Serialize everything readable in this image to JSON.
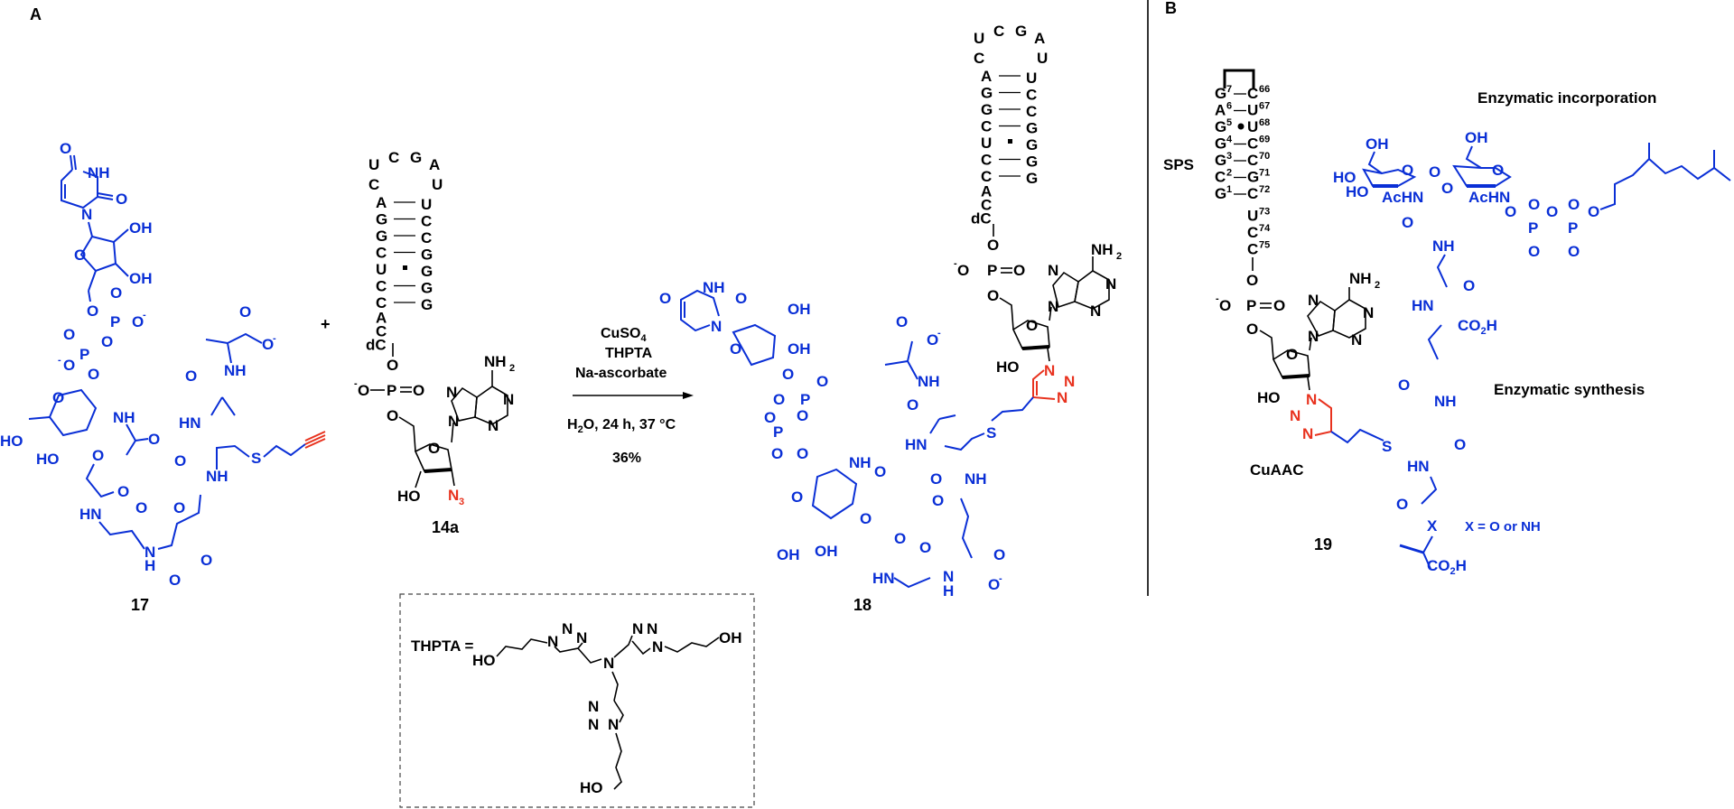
{
  "panels": {
    "a_label": "A",
    "b_label": "B"
  },
  "compounds": {
    "c17": "17",
    "c14a": "14a",
    "c18": "18",
    "c19": "19"
  },
  "plus_sign": "+",
  "conditions": {
    "reagent1": "CuSO",
    "reagent1_sub": "4",
    "reagent2": "THPTA",
    "reagent3": "Na-ascorbate",
    "solvent_h": "H",
    "solvent_sub": "2",
    "solvent_rest": "O, 24  h, 37 °C",
    "yield": "36%"
  },
  "thpta_box": {
    "label": "THPTA =",
    "oh_left": "HO",
    "oh_right": "OH",
    "oh_bottom": "HO"
  },
  "rna_14a": {
    "loop": [
      "U",
      "C",
      "G",
      "A",
      "U",
      "C"
    ],
    "left_stem": [
      "A",
      "G",
      "G",
      "C",
      "U",
      "C",
      "C"
    ],
    "right_stem": [
      "U",
      "C",
      "C",
      "G",
      "G",
      "G",
      "G"
    ],
    "tail": [
      "A",
      "C",
      "dC"
    ],
    "pairs": [
      "line",
      "line",
      "line",
      "line",
      "square",
      "line",
      "line"
    ]
  },
  "panel_b": {
    "sps_label": "SPS",
    "stem_left": [
      {
        "b": "G",
        "n": "7"
      },
      {
        "b": "A",
        "n": "6"
      },
      {
        "b": "G",
        "n": "5"
      },
      {
        "b": "G",
        "n": "4"
      },
      {
        "b": "G",
        "n": "3"
      },
      {
        "b": "C",
        "n": "2"
      },
      {
        "b": "G",
        "n": "1"
      }
    ],
    "stem_right": [
      {
        "b": "C",
        "n": "66"
      },
      {
        "b": "U",
        "n": "67"
      },
      {
        "b": "U",
        "n": "68"
      },
      {
        "b": "C",
        "n": "69"
      },
      {
        "b": "C",
        "n": "70"
      },
      {
        "b": "G",
        "n": "71"
      },
      {
        "b": "C",
        "n": "72"
      }
    ],
    "tail": [
      {
        "b": "U",
        "n": "73"
      },
      {
        "b": "C",
        "n": "74"
      },
      {
        "b": "C",
        "n": "75"
      }
    ],
    "enzymatic_incorporation": "Enzymatic incorporation",
    "enzymatic_synthesis": "Enzymatic synthesis",
    "cuaac": "CuAAC",
    "x_def": "X = O or NH"
  },
  "atoms": {
    "o": "O",
    "oh": "OH",
    "ho": "HO",
    "nh": "NH",
    "hn": "HN",
    "n": "N",
    "h": "H",
    "p": "P",
    "s": "S",
    "nh2": "NH",
    "two": "2",
    "n3": "N",
    "three": "3",
    "achn": "AcHN",
    "co2h": "CO",
    "x": "X",
    "minus": "-"
  },
  "colors": {
    "blue": "#0a2fd6",
    "red": "#e8321e",
    "black": "#000000"
  }
}
